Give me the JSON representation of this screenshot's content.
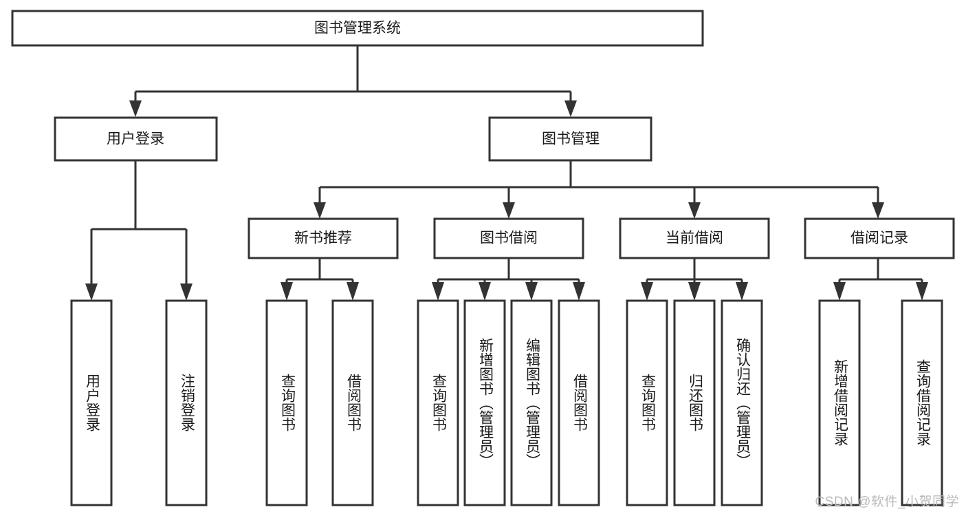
{
  "diagram": {
    "type": "tree-hierarchy",
    "title": "图书管理系统",
    "watermark": "CSDN @软件_小贺同学",
    "colors": {
      "stroke": "#333333",
      "fill": "#ffffff",
      "text": "#1a1a1a",
      "watermark": "#b9b9b9",
      "background": "#ffffff"
    },
    "levels": [
      {
        "level": 1,
        "nodes": [
          {
            "id": "root",
            "label": "图书管理系统",
            "orientation": "horizontal"
          }
        ]
      },
      {
        "level": 2,
        "nodes": [
          {
            "id": "user-login",
            "label": "用户登录",
            "orientation": "horizontal",
            "parent": "root"
          },
          {
            "id": "book-manage",
            "label": "图书管理",
            "orientation": "horizontal",
            "parent": "root"
          }
        ]
      },
      {
        "level": 3,
        "nodes": [
          {
            "id": "new-book-rec",
            "label": "新书推荐",
            "orientation": "horizontal",
            "parent": "book-manage"
          },
          {
            "id": "book-borrow",
            "label": "图书借阅",
            "orientation": "horizontal",
            "parent": "book-manage"
          },
          {
            "id": "current-borrow",
            "label": "当前借阅",
            "orientation": "horizontal",
            "parent": "book-manage"
          },
          {
            "id": "borrow-record",
            "label": "借阅记录",
            "orientation": "horizontal",
            "parent": "book-manage"
          }
        ]
      },
      {
        "level": 4,
        "nodes": [
          {
            "id": "leaf-user-login",
            "label": "用户登录",
            "orientation": "vertical",
            "parent": "user-login"
          },
          {
            "id": "leaf-logout",
            "label": "注销登录",
            "orientation": "vertical",
            "parent": "user-login"
          },
          {
            "id": "leaf-query-book-1",
            "label": "查询图书",
            "orientation": "vertical",
            "parent": "new-book-rec"
          },
          {
            "id": "leaf-borrow-book-1",
            "label": "借阅图书",
            "orientation": "vertical",
            "parent": "new-book-rec"
          },
          {
            "id": "leaf-query-book-2",
            "label": "查询图书",
            "orientation": "vertical",
            "parent": "book-borrow"
          },
          {
            "id": "leaf-add-book",
            "label": "新增图书（管理员）",
            "orientation": "vertical",
            "parent": "book-borrow"
          },
          {
            "id": "leaf-edit-book",
            "label": "编辑图书（管理员）",
            "orientation": "vertical",
            "parent": "book-borrow"
          },
          {
            "id": "leaf-borrow-book-2",
            "label": "借阅图书",
            "orientation": "vertical",
            "parent": "book-borrow"
          },
          {
            "id": "leaf-query-book-3",
            "label": "查询图书",
            "orientation": "vertical",
            "parent": "current-borrow"
          },
          {
            "id": "leaf-return-book",
            "label": "归还图书",
            "orientation": "vertical",
            "parent": "current-borrow"
          },
          {
            "id": "leaf-confirm-return",
            "label": "确认归还（管理员）",
            "orientation": "vertical",
            "parent": "current-borrow"
          },
          {
            "id": "leaf-add-record",
            "label": "新增借阅记录",
            "orientation": "vertical",
            "parent": "borrow-record"
          },
          {
            "id": "leaf-query-record",
            "label": "查询借阅记录",
            "orientation": "vertical",
            "parent": "borrow-record"
          }
        ]
      }
    ]
  }
}
